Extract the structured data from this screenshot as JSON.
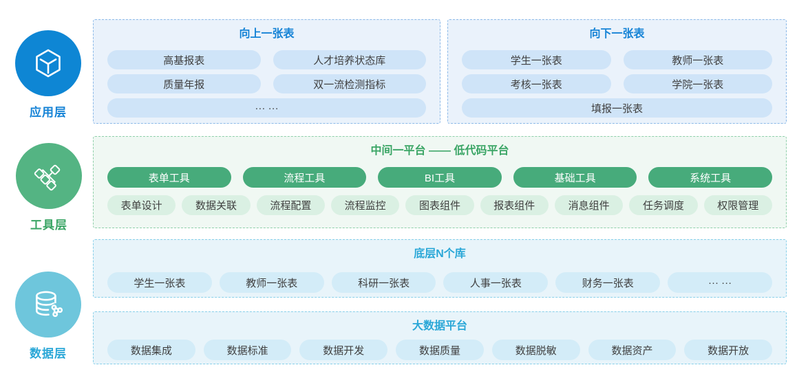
{
  "layers": {
    "application": {
      "label": "应用层",
      "icon": "cube-icon"
    },
    "tool": {
      "label": "工具层",
      "icon": "workflow-icon"
    },
    "data": {
      "label": "数据层",
      "icon": "database-share-icon"
    }
  },
  "sections": {
    "up_table": {
      "title": "向上一张表",
      "pills": [
        "高基报表",
        "人才培养状态库",
        "质量年报",
        "双一流检测指标"
      ],
      "more_pill": "··· ···"
    },
    "down_table": {
      "title": "向下一张表",
      "pills": [
        "学生一张表",
        "教师一张表",
        "考核一张表",
        "学院一张表"
      ],
      "wide_pill": "填报一张表"
    },
    "platform": {
      "title": "中间一平台 —— 低代码平台",
      "tool_buttons": [
        "表单工具",
        "流程工具",
        "BI工具",
        "基础工具",
        "系统工具"
      ],
      "feature_pills": [
        "表单设计",
        "数据关联",
        "流程配置",
        "流程监控",
        "图表组件",
        "报表组件",
        "消息组件",
        "任务调度",
        "权限管理"
      ]
    },
    "base_databases": {
      "title": "底层N个库",
      "pills": [
        "学生一张表",
        "教师一张表",
        "科研一张表",
        "人事一张表",
        "财务一张表",
        "··· ···"
      ]
    },
    "bigdata": {
      "title": "大数据平台",
      "pills": [
        "数据集成",
        "数据标准",
        "数据开发",
        "数据质量",
        "数据脱敏",
        "数据资产",
        "数据开放"
      ]
    }
  },
  "colors": {
    "blue": "#1583d6",
    "blue_circle": "#0e86d4",
    "blue_box_bg": "#eaf2fb",
    "blue_border": "#8bb9e8",
    "blue_pill": "#cfe4f8",
    "green": "#3aa565",
    "green_circle": "#54b483",
    "green_button": "#47ab7b",
    "green_box_bg": "#f0f8f3",
    "green_border": "#8ecfa9",
    "green_pill": "#daf0e3",
    "cyan": "#2aa7d7",
    "cyan_circle": "#6ec6dc",
    "cyan_box_bg": "#e8f4fa",
    "cyan_border": "#86cfe9",
    "cyan_pill": "#d3ecf8",
    "pill_text": "#404040"
  }
}
